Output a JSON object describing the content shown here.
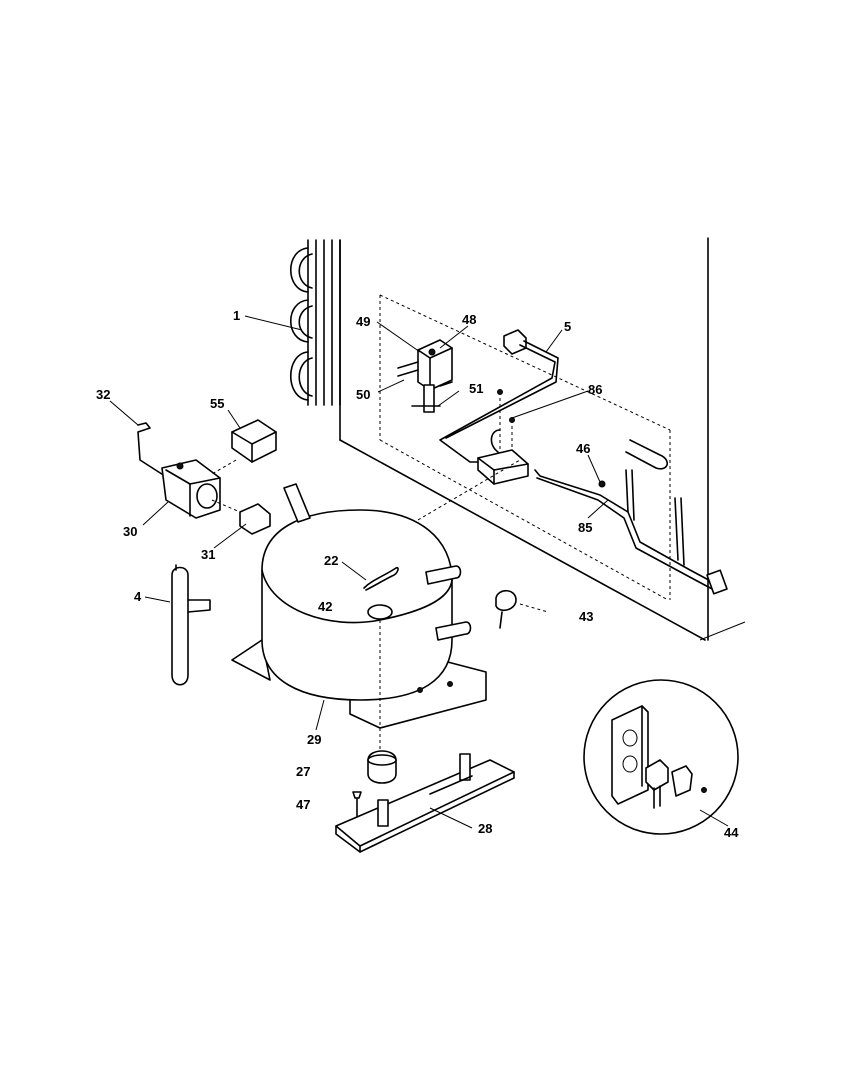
{
  "diagram": {
    "callouts": [
      "1",
      "49",
      "48",
      "5",
      "50",
      "51",
      "86",
      "32",
      "55",
      "46",
      "85",
      "30",
      "31",
      "22",
      "42",
      "4",
      "43",
      "29",
      "27",
      "47",
      "28",
      "44"
    ]
  }
}
